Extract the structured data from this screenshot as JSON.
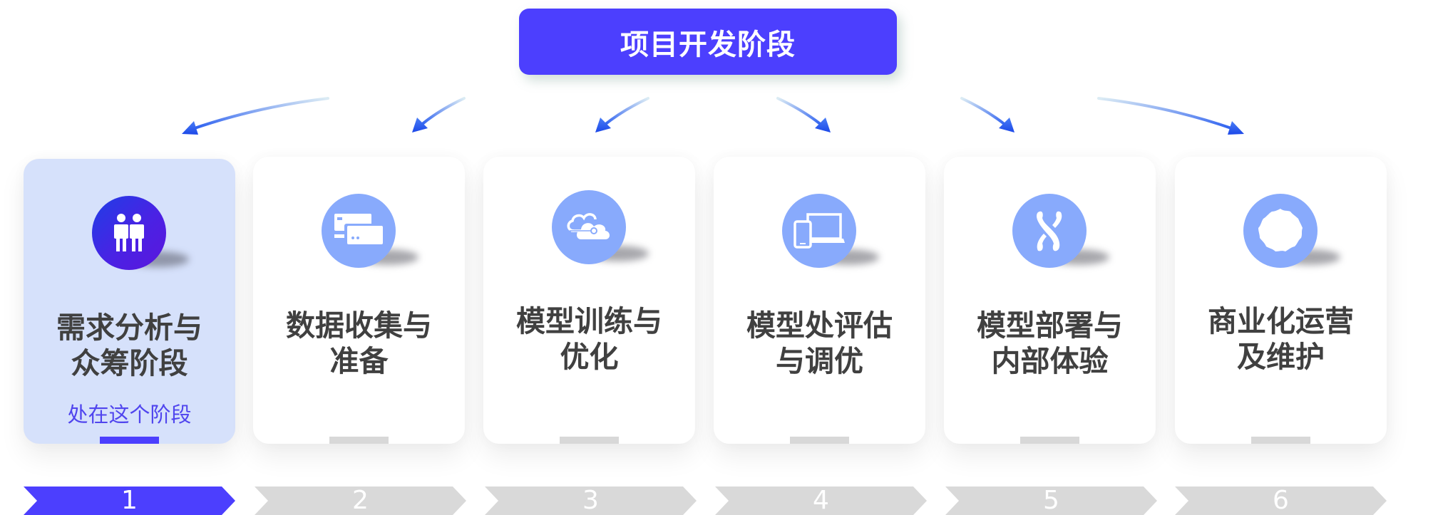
{
  "header": {
    "title": "项目开发阶段"
  },
  "colors": {
    "accent": "#4c3ffe",
    "icon_inactive": "#88aafc",
    "card_active_bg": "#d6e1fb",
    "chevron_inactive": "#d9d9d9",
    "title_text": "#404040"
  },
  "stages": [
    {
      "number": "1",
      "title_line1": "需求分析与",
      "title_line2": "众筹阶段",
      "icon": "people-icon",
      "active": true,
      "status": "处在这个阶段"
    },
    {
      "number": "2",
      "title_line1": "数据收集与",
      "title_line2": "准备",
      "icon": "server-icon",
      "active": false
    },
    {
      "number": "3",
      "title_line1": "模型训练与",
      "title_line2": "优化",
      "icon": "cloud-icon",
      "active": false
    },
    {
      "number": "4",
      "title_line1": "模型处评估",
      "title_line2": "与调优",
      "icon": "devices-icon",
      "active": false
    },
    {
      "number": "5",
      "title_line1": "模型部署与",
      "title_line2": "内部体验",
      "icon": "chromosome-icon",
      "active": false
    },
    {
      "number": "6",
      "title_line1": "商业化运营",
      "title_line2": "及维护",
      "icon": "badge-icon",
      "active": false
    }
  ]
}
